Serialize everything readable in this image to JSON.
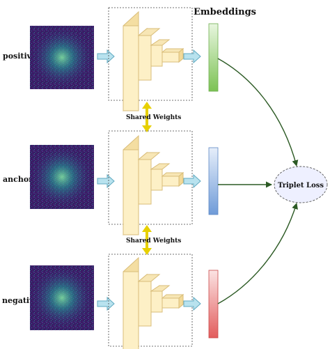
{
  "header": {
    "embeddings_label": "Embeddings"
  },
  "inputs": [
    {
      "label": "positive"
    },
    {
      "label": "anchor"
    },
    {
      "label": "negative"
    }
  ],
  "shared_weights": [
    {
      "label": "Shared Weights"
    },
    {
      "label": "Shared Weights"
    }
  ],
  "loss": {
    "label": "Triplet Loss"
  },
  "colors": {
    "cnn_fill": "#fdf0c6",
    "cnn_stroke": "#d9bd79",
    "arrow_fill": "#b8e2ee",
    "arrow_stroke": "#5fa9c1",
    "shared_weights_arrow": "#e7d000",
    "embedding_positive": "#9bd07b",
    "embedding_anchor": "#8fb5e2",
    "embedding_negative": "#eb7f7f",
    "loss_fill": "#eef0ff",
    "connector": "#2c5a24"
  }
}
